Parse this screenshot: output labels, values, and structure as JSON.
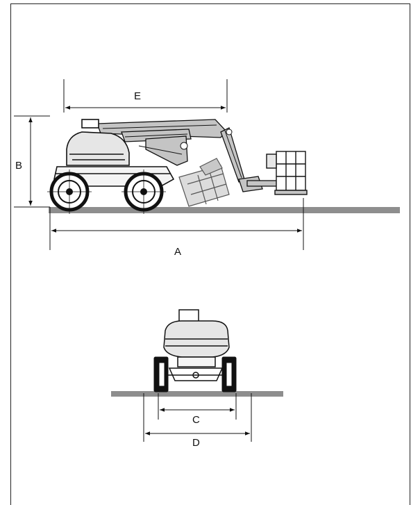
{
  "dimensions": {
    "A": "A",
    "B": "B",
    "C": "C",
    "D": "D",
    "E": "E"
  },
  "colors": {
    "ground": "#8e8e8e",
    "line": "#111111",
    "arm_fill": "#c4c4c4",
    "body_fill": "#e6e6e6"
  }
}
